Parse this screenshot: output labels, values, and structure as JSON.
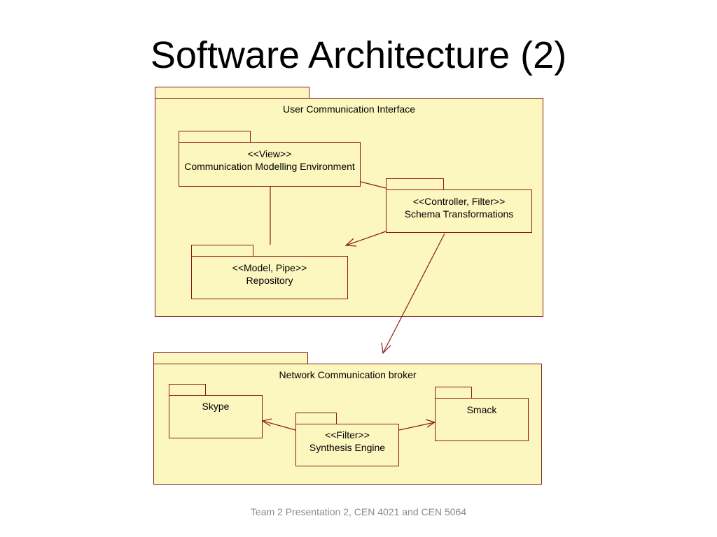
{
  "slide": {
    "title": "Software Architecture (2)",
    "footer": "Team 2 Presentation 2, CEN 4021 and CEN 5064"
  },
  "packages": {
    "user_comm": {
      "title": "User Communication Interface"
    },
    "view": {
      "stereotype": "<<View>>",
      "name": "Communication Modelling Environment"
    },
    "controller": {
      "stereotype": "<<Controller, Filter>>",
      "name": "Schema Transformations"
    },
    "model": {
      "stereotype": "<<Model, Pipe>>",
      "name": "Repository"
    },
    "network": {
      "title": "Network Communication broker"
    },
    "skype": {
      "name": "Skype"
    },
    "synthesis": {
      "stereotype": "<<Filter>>",
      "name": "Synthesis Engine"
    },
    "smack": {
      "name": "Smack"
    }
  },
  "colors": {
    "package_fill": "#fbf7bf",
    "package_border": "#8b1a1a"
  }
}
